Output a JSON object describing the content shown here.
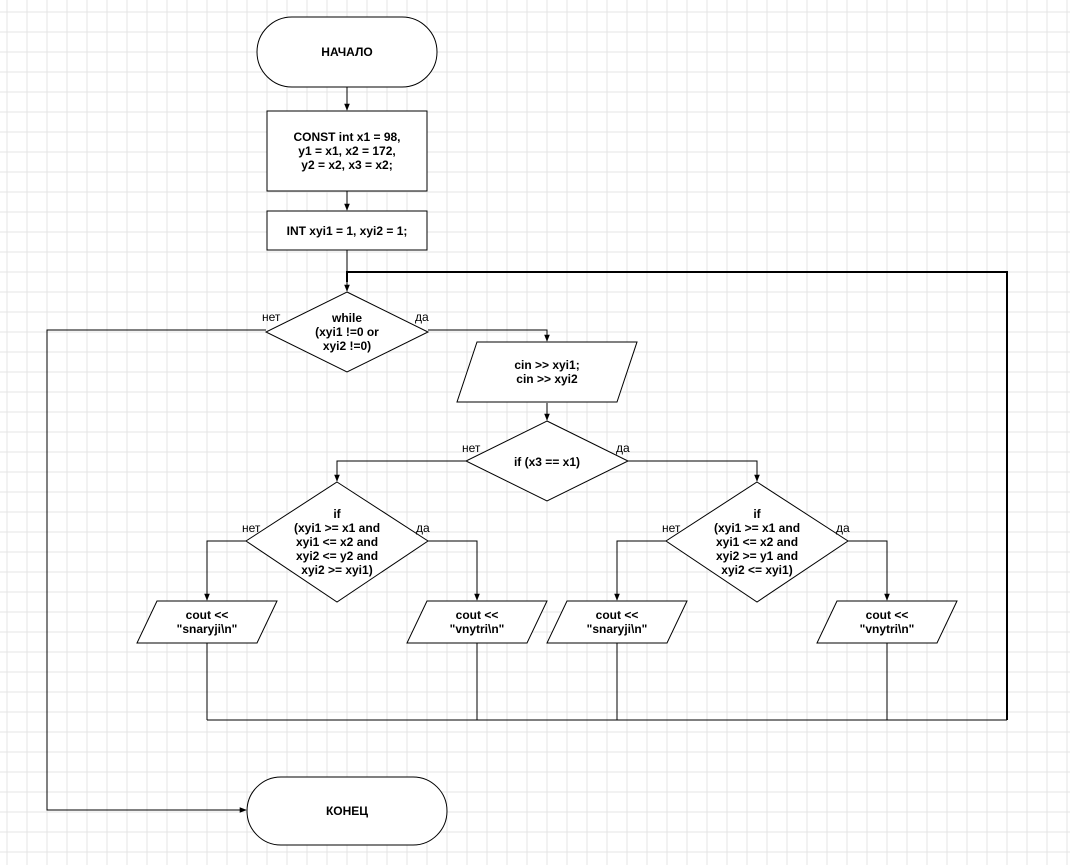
{
  "grid_color": "#e4e4e4",
  "nodes": {
    "start": {
      "lines": [
        "НАЧАЛО"
      ]
    },
    "const_decl": {
      "lines": [
        "CONST int x1 = 98,",
        "y1 = x1, x2 = 172,",
        "y2 = x2, x3 = x2;"
      ]
    },
    "int_decl": {
      "lines": [
        "INT xyi1 = 1, xyi2 = 1;"
      ]
    },
    "while_cond": {
      "lines": [
        "while",
        "(xyi1 !=0 or",
        "xyi2 !=0)"
      ]
    },
    "input": {
      "lines": [
        "cin >> xyi1;",
        "cin >> xyi2"
      ]
    },
    "if_x3": {
      "lines": [
        "if (x3 == x1)"
      ]
    },
    "if_left": {
      "lines": [
        "if",
        "(xyi1 >= x1 and",
        "xyi1 <= x2 and",
        "xyi2 <= y2 and",
        "xyi2 >= xyi1)"
      ]
    },
    "if_right": {
      "lines": [
        "if",
        "(xyi1 >= x1 and",
        "xyi1 <= x2 and",
        "xyi2 >= y1 and",
        "xyi2 <= xyi1)"
      ]
    },
    "out_ll": {
      "lines": [
        "cout <<",
        "\"snaryji\\n\""
      ]
    },
    "out_lr": {
      "lines": [
        "cout <<",
        "\"vnytri\\n\""
      ]
    },
    "out_rl": {
      "lines": [
        "cout <<",
        "\"snaryji\\n\""
      ]
    },
    "out_rr": {
      "lines": [
        "cout <<",
        "\"vnytri\\n\""
      ]
    },
    "end": {
      "lines": [
        "КОНЕЦ"
      ]
    }
  },
  "edge_labels": {
    "while_no": "нет",
    "while_yes": "да",
    "if_x3_no": "нет",
    "if_x3_yes": "да",
    "if_left_no": "нет",
    "if_left_yes": "да",
    "if_right_no": "нет",
    "if_right_yes": "да"
  }
}
